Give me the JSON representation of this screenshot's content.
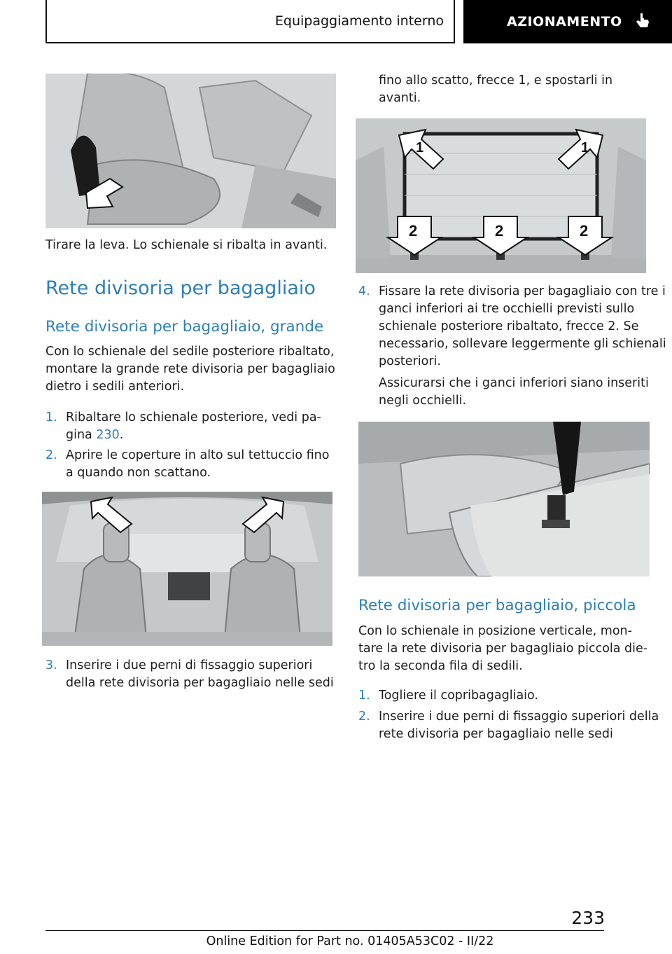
{
  "header": {
    "section": "Equipaggiamento interno",
    "chapter": "AZIONAMENTO",
    "chapter_icon": "pointing-hand-icon"
  },
  "left": {
    "caption1": "Tirare la leva. Lo schienale si ribalta in avanti.",
    "heading": "Rete divisoria per bagagliaio",
    "subheading": "Rete divisoria per bagagliaio, grande",
    "intro": "Con lo schienale del sedile posteriore ribaltato, montare la grande rete divisoria per bagagliaio dietro i sedili anteriori.",
    "steps": [
      {
        "num": "1.",
        "text": "Ribaltare lo schienale posteriore, vedi pa‐gina ",
        "link": "230",
        "tail": "."
      },
      {
        "num": "2.",
        "text": "Aprire le coperture in alto sul tettuccio fino a quando non scattano."
      },
      {
        "num": "3.",
        "text": "Inserire i due perni di fissaggio superiori della rete divisoria per bagagliaio nelle sedi"
      }
    ]
  },
  "right": {
    "cont": "fino allo scatto, frecce 1, e spostarli in avanti.",
    "step4_num": "4.",
    "step4_text": "Fissare la rete divisoria per bagagliaio con tre i ganci inferiori ai tre occhielli previsti sullo schienale posteriore ribaltato, frecce 2. Se necessario, sollevare leggermente gli schienali posteriori.",
    "step4_note": "Assicurarsi che i ganci inferiori siano inseriti negli occhielli.",
    "labels": {
      "one": "1",
      "two": "2"
    },
    "subheading": "Rete divisoria per bagagliaio, piccola",
    "intro": "Con lo schienale in posizione verticale, mon‐tare la rete divisoria per bagagliaio piccola die‐tro la seconda fila di sedili.",
    "steps": [
      {
        "num": "1.",
        "text": "Togliere il copribagagliaio."
      },
      {
        "num": "2.",
        "text": "Inserire i due perni di fissaggio superiori della rete divisoria per bagagliaio nelle sedi"
      }
    ]
  },
  "footer": {
    "page": "233",
    "edition": "Online Edition for Part no. 01405A53C02 - II/22"
  }
}
